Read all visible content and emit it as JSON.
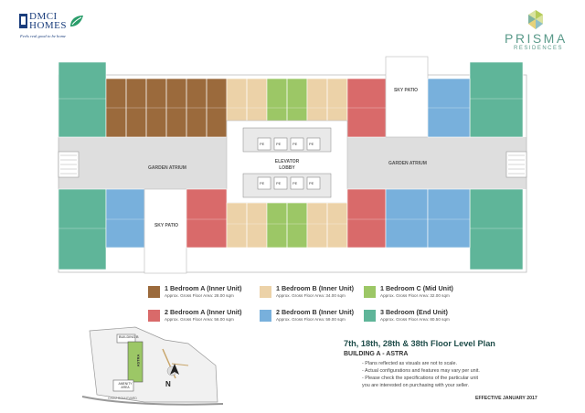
{
  "brand": {
    "dmci_line1": "DMCI",
    "dmci_line2": "HOMES",
    "tagline": "Feels real good to be home",
    "prisma_name": "PRISMA",
    "prisma_sub": "RESIDENCES"
  },
  "plan_labels": {
    "garden_left": "GARDEN ATRIUM",
    "garden_right": "GARDEN ATRIUM",
    "elevator": "ELEVATOR LOBBY",
    "sky_patio_top": "SKY PATIO",
    "sky_patio_bottom": "SKY PATIO",
    "pe": "PE"
  },
  "colors": {
    "1BR_A": "#9b6a3c",
    "1BR_B": "#ecd2a8",
    "1BR_C": "#9cc766",
    "2BR_A": "#d96a6a",
    "2BR_B": "#78b0dc",
    "3BR": "#5fb599",
    "corridor": "#dedede"
  },
  "legend": [
    {
      "key": "1BR_A",
      "title": "1 Bedroom A (Inner Unit)",
      "area": "Approx. Gross Floor Area: 28.00 sqm"
    },
    {
      "key": "1BR_B",
      "title": "1 Bedroom B (Inner Unit)",
      "area": "Approx. Gross Floor Area: 34.00 sqm"
    },
    {
      "key": "1BR_C",
      "title": "1 Bedroom C (Mid Unit)",
      "area": "Approx. Gross Floor Area: 32.00 sqm"
    },
    {
      "key": "2BR_A",
      "title": "2 Bedroom A (Inner Unit)",
      "area": "Approx. Gross Floor Area: 56.00 sqm"
    },
    {
      "key": "2BR_B",
      "title": "2 Bedroom B (Inner Unit)",
      "area": "Approx. Gross Floor Area: 59.00 sqm"
    },
    {
      "key": "3BR",
      "title": "3 Bedroom (End Unit)",
      "area": "Approx. Gross Floor Area: 80.50 sqm"
    }
  ],
  "site_map": {
    "building_b": "BUILDING B",
    "astra": "ASTRA",
    "amenity": "AMENITY AREA",
    "north": "N",
    "road": "CADIZ BOULEVARD"
  },
  "title": {
    "main": "7th, 18th, 28th & 38th Floor Level Plan",
    "sub": "BUILDING A - ASTRA"
  },
  "notes": [
    "- Plans reflected as visuals are not to scale.",
    "- Actual configurations and features may vary per unit.",
    "- Please check the specifications of the particular unit",
    "  you are interested on purchasing with your seller."
  ],
  "effective": "EFFECTIVE JANUARY 2017"
}
